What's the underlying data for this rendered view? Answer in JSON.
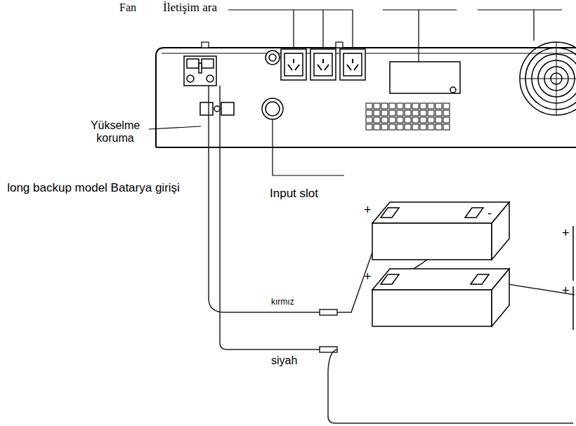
{
  "diagram": {
    "labels": [
      "Fan",
      "İletişim ara",
      "Yükselme koruma",
      "long backup model Batarya girişi",
      "Input slot",
      "kırmız",
      "siyah",
      "+",
      "-",
      "+",
      "+",
      "+"
    ]
  }
}
